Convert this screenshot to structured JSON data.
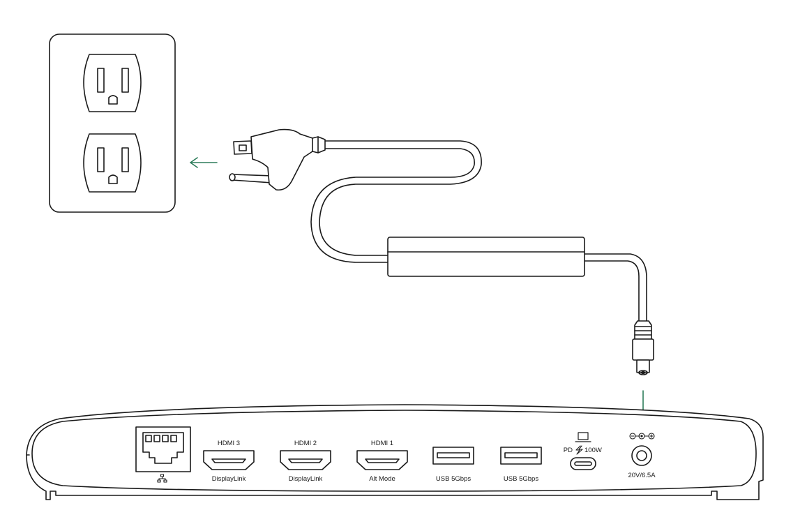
{
  "colors": {
    "line": "#1a1a1a",
    "arrow": "#2e7d5b",
    "background": "#ffffff"
  },
  "icons": {
    "ethernet": "network-icon",
    "laptop": "laptop-icon",
    "power_delivery": "lightning-icon",
    "dc_polarity": "dc-polarity-icon"
  },
  "ports": {
    "hdmi3_top": "HDMI 3",
    "hdmi3_bottom": "DisplayLink",
    "hdmi2_top": "HDMI 2",
    "hdmi2_bottom": "DisplayLink",
    "hdmi1_top": "HDMI 1",
    "hdmi1_bottom": "Alt Mode",
    "usb_a_1": "USB 5Gbps",
    "usb_a_2": "USB 5Gbps",
    "usb_c_pd_prefix": "PD",
    "usb_c_pd_suffix": "100W",
    "dc_in": "20V/6.5A"
  }
}
